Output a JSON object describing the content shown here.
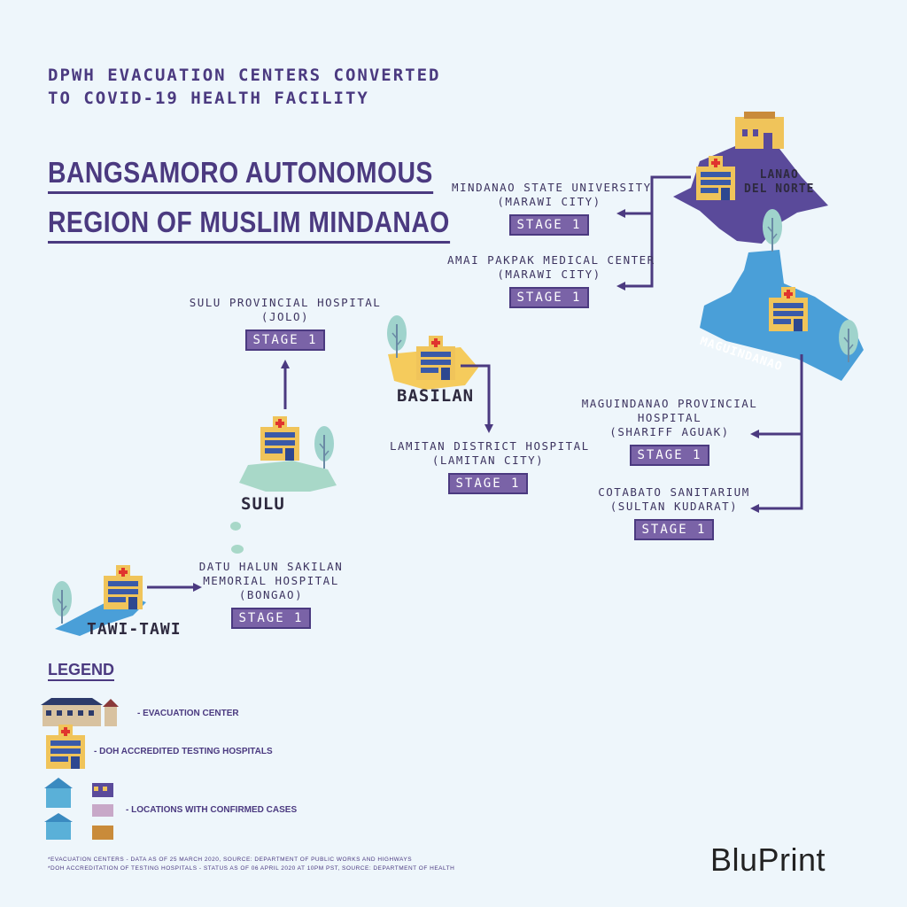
{
  "header": {
    "title_line1": "DPWH EVACUATION CENTERS CONVERTED",
    "title_line2": "TO COVID-19 HEALTH FACILITY",
    "region_line1": "BANGSAMORO AUTONOMOUS",
    "region_line2": "REGION OF MUSLIM MINDANAO"
  },
  "provinces": {
    "lanao": {
      "line1": "LANAO",
      "line2": "DEL NORTE"
    },
    "maguindanao": "MAGUINDANAO",
    "basilan": "BASILAN",
    "sulu": "SULU",
    "tawi": "TAWI-TAWI"
  },
  "hospitals": {
    "msu": {
      "line1": "MINDANAO STATE UNIVERSITY",
      "line2": "(MARAWI CITY)",
      "stage": "STAGE 1"
    },
    "amai": {
      "line1": "AMAI PAKPAK MEDICAL CENTER",
      "line2": "(MARAWI CITY)",
      "stage": "STAGE 1"
    },
    "sulu": {
      "line1": "SULU PROVINCIAL HOSPITAL",
      "line2": "(JOLO)",
      "stage": "STAGE 1"
    },
    "lamitan": {
      "line1": "LAMITAN DISTRICT HOSPITAL",
      "line2": "(LAMITAN CITY)",
      "stage": "STAGE 1"
    },
    "maguindanao": {
      "line1": "MAGUINDANAO PROVINCIAL",
      "line2": "HOSPITAL",
      "line3": "(SHARIFF AGUAK)",
      "stage": "STAGE 1"
    },
    "cotabato": {
      "line1": "COTABATO SANITARIUM",
      "line2": "(SULTAN KUDARAT)",
      "stage": "STAGE 1"
    },
    "datu": {
      "line1": "DATU HALUN SAKILAN",
      "line2": "MEMORIAL HOSPITAL",
      "line3": "(BONGAO)",
      "stage": "STAGE 1"
    }
  },
  "legend": {
    "title": "LEGEND",
    "evac": "- EVACUATION CENTER",
    "doh": "- DOH ACCREDITED TESTING HOSPITALS",
    "cases": "- LOCATIONS WITH CONFIRMED CASES"
  },
  "footnotes": {
    "line1": "*EVACUATION CENTERS - DATA AS OF 25 MARCH 2020, SOURCE: DEPARTMENT OF PUBLIC WORKS AND HIGHWAYS",
    "line2": "*DOH ACCREDITATION OF TESTING HOSPITALS - STATUS AS OF 06 APRIL 2020 AT 10PM PST, SOURCE: DEPARTMENT OF HEALTH"
  },
  "brand": "BluPrint",
  "colors": {
    "purple": "#4b3a80",
    "stage_fill": "#7a63a7",
    "background": "#eef6fb",
    "land_blue": "#4a9fd8",
    "land_purple": "#5a4a9a",
    "hospital_yellow": "#f0c45a",
    "sulu_green": "#a8d8c8",
    "basilan_yellow": "#f5cb5c"
  }
}
